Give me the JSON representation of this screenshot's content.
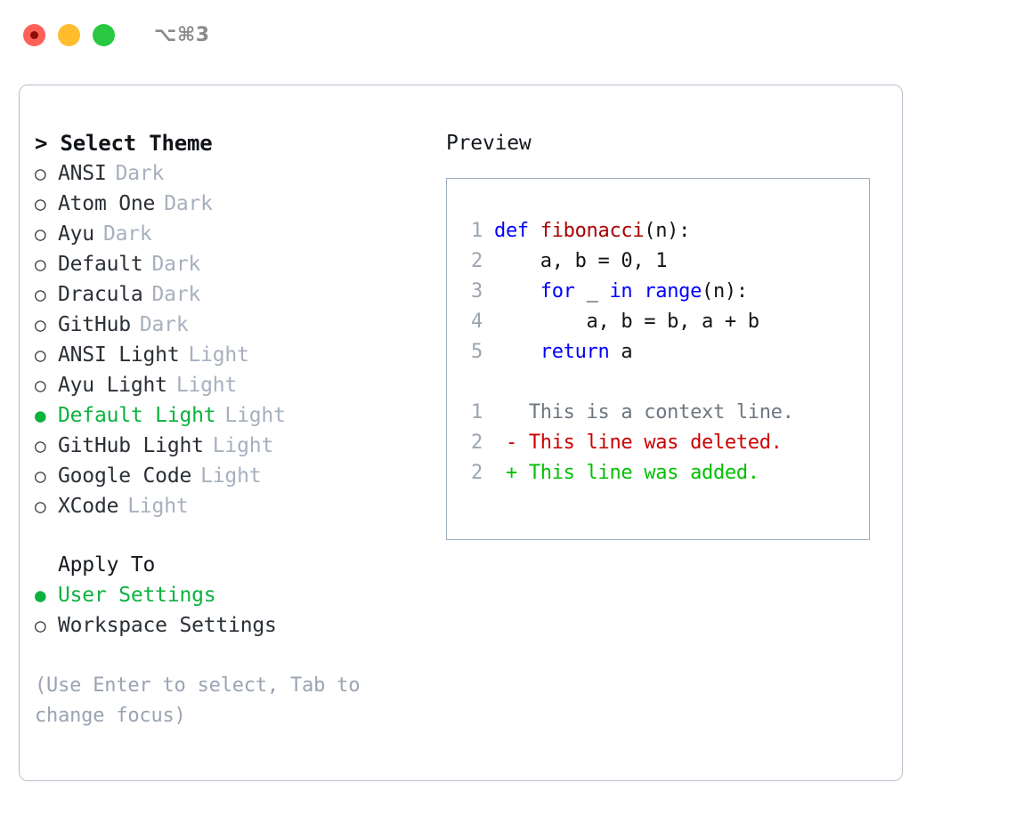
{
  "titlebar": {
    "shortcut": "⌥⌘3",
    "lights": [
      "close-red",
      "minimize-yellow",
      "zoom-green"
    ]
  },
  "theme_section": {
    "header": "> Select Theme",
    "items": [
      {
        "marker": "○",
        "label": "ANSI",
        "tag": "Dark",
        "selected": false
      },
      {
        "marker": "○",
        "label": "Atom One",
        "tag": "Dark",
        "selected": false
      },
      {
        "marker": "○",
        "label": "Ayu",
        "tag": "Dark",
        "selected": false
      },
      {
        "marker": "○",
        "label": "Default",
        "tag": "Dark",
        "selected": false
      },
      {
        "marker": "○",
        "label": "Dracula",
        "tag": "Dark",
        "selected": false
      },
      {
        "marker": "○",
        "label": "GitHub",
        "tag": "Dark",
        "selected": false
      },
      {
        "marker": "○",
        "label": "ANSI Light",
        "tag": "Light",
        "selected": false
      },
      {
        "marker": "○",
        "label": "Ayu Light",
        "tag": "Light",
        "selected": false
      },
      {
        "marker": "●",
        "label": "Default Light",
        "tag": "Light",
        "selected": true
      },
      {
        "marker": "○",
        "label": "GitHub Light",
        "tag": "Light",
        "selected": false
      },
      {
        "marker": "○",
        "label": "Google Code",
        "tag": "Light",
        "selected": false
      },
      {
        "marker": "○",
        "label": "XCode",
        "tag": "Light",
        "selected": false
      }
    ]
  },
  "apply_section": {
    "header": "Apply To",
    "items": [
      {
        "marker": "●",
        "label": "User Settings",
        "selected": true
      },
      {
        "marker": "○",
        "label": "Workspace Settings",
        "selected": false
      }
    ]
  },
  "hint": "(Use Enter to select, Tab to change focus)",
  "preview": {
    "title": "Preview",
    "code_lines": [
      {
        "no": "1",
        "tokens": [
          {
            "t": "def ",
            "c": "kw"
          },
          {
            "t": "fibonacci",
            "c": "fn"
          },
          {
            "t": "(n):",
            "c": "plain"
          }
        ]
      },
      {
        "no": "2",
        "tokens": [
          {
            "t": "    a, b = 0, 1",
            "c": "plain"
          }
        ]
      },
      {
        "no": "3",
        "tokens": [
          {
            "t": "    ",
            "c": "plain"
          },
          {
            "t": "for",
            "c": "kw"
          },
          {
            "t": " _ ",
            "c": "plain"
          },
          {
            "t": "in",
            "c": "kw"
          },
          {
            "t": " ",
            "c": "plain"
          },
          {
            "t": "range",
            "c": "kw"
          },
          {
            "t": "(n):",
            "c": "plain"
          }
        ]
      },
      {
        "no": "4",
        "tokens": [
          {
            "t": "        a, b = b, a + b",
            "c": "plain"
          }
        ]
      },
      {
        "no": "5",
        "tokens": [
          {
            "t": "    ",
            "c": "plain"
          },
          {
            "t": "return",
            "c": "kw"
          },
          {
            "t": " a",
            "c": "plain"
          }
        ]
      }
    ],
    "diff_lines": [
      {
        "no": "1",
        "text": "   This is a context line.",
        "kind": "ctx"
      },
      {
        "no": "2",
        "text": " - This line was deleted.",
        "kind": "del"
      },
      {
        "no": "2",
        "text": " + This line was added.",
        "kind": "add"
      }
    ]
  },
  "colors": {
    "selected_green": "#0bb23f",
    "muted_gray": "#a7b0bd",
    "keyword_blue": "#0000ff",
    "function_red": "#a80000",
    "diff_delete": "#cc0000",
    "diff_add": "#00c000",
    "panel_border": "#b7c0cc",
    "preview_border": "#9fadbf"
  }
}
